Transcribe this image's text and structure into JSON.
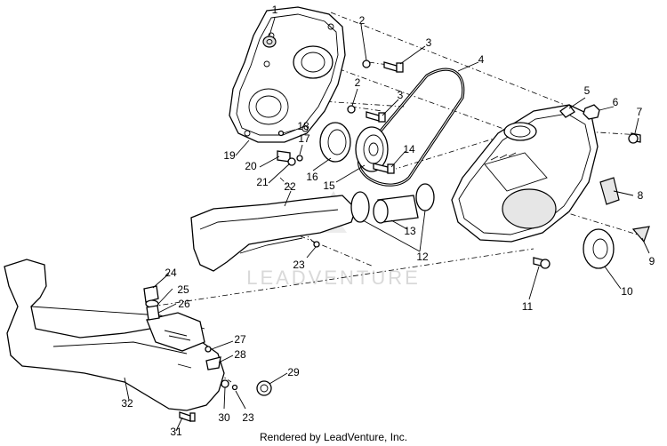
{
  "callouts": [
    "1",
    "2",
    "3",
    "4",
    "5",
    "6",
    "7",
    "2",
    "3",
    "14",
    "18",
    "17",
    "19",
    "20",
    "21",
    "16",
    "15",
    "22",
    "8",
    "13",
    "9",
    "12",
    "10",
    "23",
    "11",
    "24",
    "25",
    "26",
    "27",
    "28",
    "29",
    "32",
    "30",
    "23",
    "31"
  ],
  "watermark": "LEADVENTURE",
  "footer": "Rendered by LeadVenture, Inc."
}
